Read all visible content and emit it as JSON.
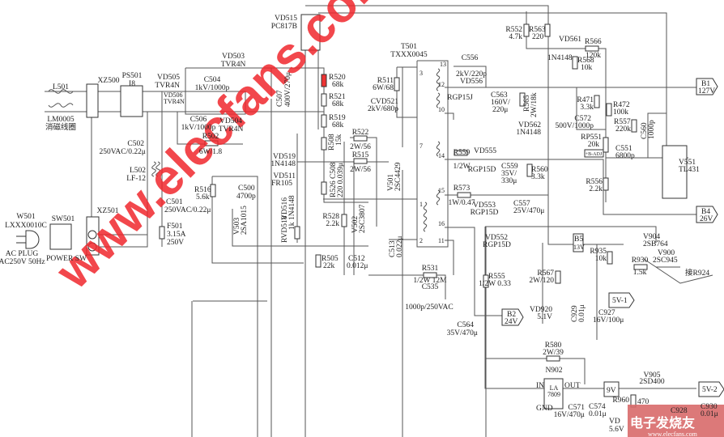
{
  "title": "Switching power supply schematic",
  "watermark": "www.elecfans.com",
  "logo": {
    "cn": "电子发烧友",
    "url": "www.elecfans.com"
  },
  "labels": {
    "vd515": [
      "VD515",
      "PC817B"
    ],
    "vd503": [
      "VD503",
      "TVR4N"
    ],
    "vd505": [
      "VD505",
      "TVR4N"
    ],
    "vd506": [
      "VD506",
      "TVR4N"
    ],
    "c504": [
      "C504",
      "1kV/1000p"
    ],
    "c506": [
      "C506",
      "1kV/1000p"
    ],
    "vd504": [
      "VD504",
      "TVR4N"
    ],
    "c507": [
      "C507",
      "400V/270μ"
    ],
    "r520": [
      "R520",
      "68k"
    ],
    "r521": [
      "R521",
      "68k"
    ],
    "r519": [
      "R519",
      "68k"
    ],
    "r508": [
      "R508",
      "15k"
    ],
    "l501": [
      "L501",
      "LM0005",
      "消磁线圈"
    ],
    "xz500": "XZ500",
    "ps501": [
      "PS501",
      "I8"
    ],
    "c502": [
      "C502",
      "250VAC/0.22μ"
    ],
    "r502": [
      "R502",
      "6W/1.8"
    ],
    "l502": [
      "L502",
      "LF-12"
    ],
    "r516": [
      "R516",
      "5.6k"
    ],
    "c500": [
      "C500",
      "4700p"
    ],
    "vd519": [
      "VD519",
      "1N4148"
    ],
    "vd511": [
      "VD511",
      "FR105"
    ],
    "vd516": [
      "VD516",
      "1N4148"
    ],
    "rvd518": [
      "RVD518",
      "1k"
    ],
    "c501": [
      "C501",
      "250VAC/0.22μ"
    ],
    "xz501": "XZ501",
    "w501": [
      "W501",
      "LXXX0010C"
    ],
    "plug": [
      "AC PLUG",
      "AC250V  50Hz"
    ],
    "sw501": [
      "SW501",
      "POWER  SW"
    ],
    "f501": [
      "F501",
      "3.15A",
      "250V"
    ],
    "v503": [
      "V503",
      "2SA1015"
    ],
    "r522": [
      "R522",
      "2W/56"
    ],
    "r515": [
      "R515",
      "2W/56"
    ],
    "r526": [
      "R526 C508",
      "220 0.039μ"
    ],
    "v501": [
      "V501",
      "2SC4429"
    ],
    "r528": [
      "R528",
      "2.2k"
    ],
    "v502": [
      "V502",
      "2SC3807"
    ],
    "r505": [
      "R505",
      "22k"
    ],
    "c512": [
      "C512",
      "0.012μ"
    ],
    "c513": [
      "C513",
      "0.022μ"
    ],
    "r531": [
      "R531",
      "1/2W  12M"
    ],
    "c535": [
      "C535",
      "1000p/250VAC"
    ],
    "t501": [
      "T501",
      "TXXX0045"
    ],
    "pins": [
      "3",
      "13",
      "12",
      "10",
      "7",
      "14",
      "15",
      "1",
      "16",
      "2",
      "11"
    ],
    "r511": [
      "R511",
      "6W/68"
    ],
    "cvd521": [
      "CVD521",
      "2kV/680p"
    ],
    "c556": [
      "C556",
      "2kV/220p"
    ],
    "vd556": [
      "VD556",
      "RGP15J"
    ],
    "c563": [
      "C563",
      "160V/",
      "220μ"
    ],
    "r565": [
      "R565",
      "2W/18k"
    ],
    "r552": [
      "R552",
      "4.7k"
    ],
    "r563": [
      "R563",
      "220"
    ],
    "vd561": [
      "VD561",
      "1N4148"
    ],
    "r566": [
      "R566",
      "120k"
    ],
    "r568": [
      "R568",
      "10k"
    ],
    "r471": [
      "R471",
      "3.3k"
    ],
    "r472": [
      "R472",
      "100k"
    ],
    "c572": [
      "C572",
      "500V/1000p"
    ],
    "vd562": [
      "VD562",
      "1N4148"
    ],
    "r557": [
      "R557",
      "220k"
    ],
    "c560": [
      "C560",
      "1000p"
    ],
    "rp551": [
      "RP551",
      "20k",
      "+B-ADJ"
    ],
    "c551": [
      "C551",
      "6800p"
    ],
    "v551": [
      "V551",
      "TL431"
    ],
    "r556": [
      "R556",
      "2.2k"
    ],
    "r559": [
      "R559",
      "1/2W"
    ],
    "vd555": [
      "VD555",
      "RGP15D"
    ],
    "c559": [
      "C559",
      "35V/",
      "330μ"
    ],
    "r560": [
      "R560",
      "3.3k"
    ],
    "r573": [
      "R573",
      "1W/0.47"
    ],
    "vd553": [
      "VD553",
      "RGP15D"
    ],
    "c557": [
      "C557",
      "25V/470μ"
    ],
    "b1": [
      "B1",
      "127V"
    ],
    "b4": [
      "B4",
      "26V"
    ],
    "b2": [
      "B2",
      "24V"
    ],
    "b5": [
      "B5",
      "13V"
    ],
    "vd552": [
      "VD552",
      "RGP15D"
    ],
    "r555": [
      "R555",
      "1/2W  0.33"
    ],
    "c564": [
      "C564",
      "35V/470μ"
    ],
    "v904": [
      "V904",
      "2SB764"
    ],
    "r935": [
      "R935",
      "10k"
    ],
    "r930": [
      "R930",
      "1.5k"
    ],
    "v900": [
      "V900",
      "2SC945"
    ],
    "to_r924": "接R924",
    "r567": [
      "R567",
      "2W/120"
    ],
    "out_5v1": "5V-1",
    "vd920": [
      "VD920",
      "5.1V"
    ],
    "c929": [
      "C929",
      "0.01μ"
    ],
    "c927": [
      "C927",
      "16V/100μ"
    ],
    "r580": [
      "R580",
      "2W/39"
    ],
    "n902": [
      "N902",
      "IN",
      "OUT",
      "GND",
      "LA",
      "7809"
    ],
    "c571": [
      "C571",
      "16V/470μ"
    ],
    "c574": [
      "C574",
      "0.01μ"
    ],
    "out_9v": "9V",
    "v905": [
      "V905",
      "2SD400"
    ],
    "r960": [
      "R960",
      "470"
    ],
    "vd_z": [
      "VD",
      "5.6V"
    ],
    "c928": "C928",
    "c930": [
      "C930",
      "0.01μ"
    ],
    "out_5v2": "5V-2"
  }
}
